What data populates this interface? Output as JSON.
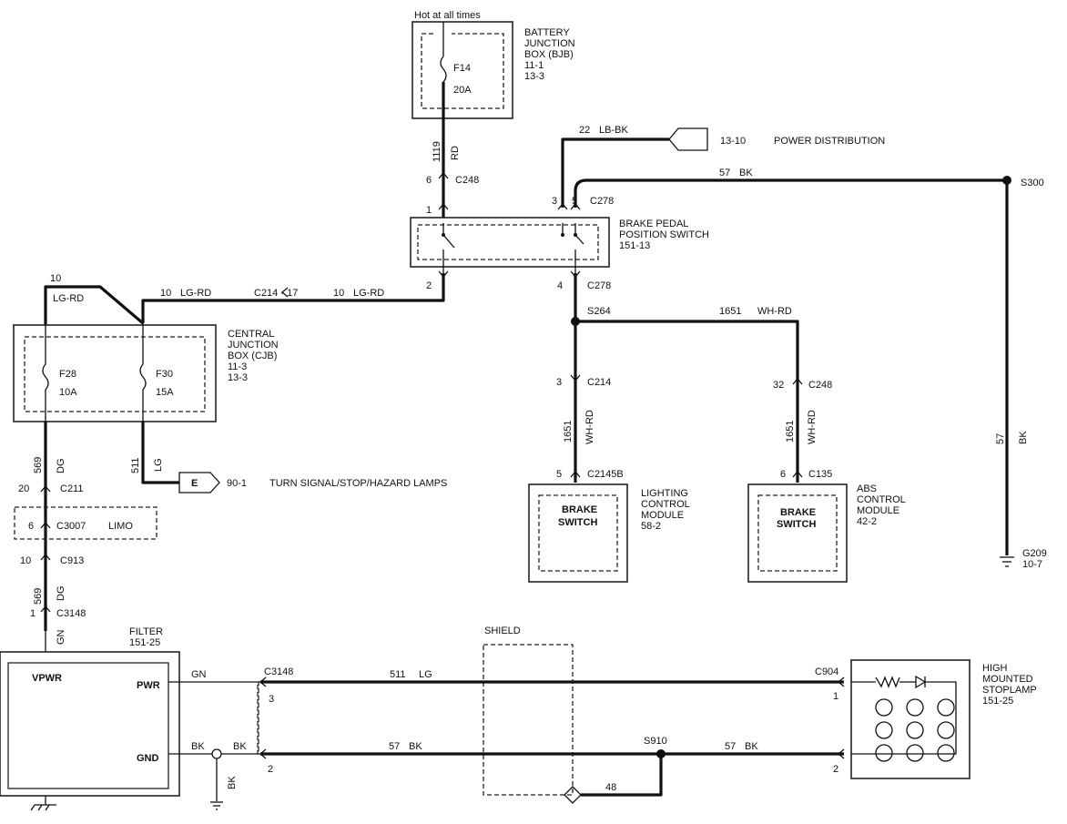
{
  "labels": {
    "hot": "Hot at all times",
    "bjb_1": "BATTERY",
    "bjb_2": "JUNCTION",
    "bjb_3": "BOX (BJB)",
    "bjb_4": "11-1",
    "bjb_5": "13-3",
    "f14_name": "F14",
    "f14_amp": "20A",
    "w1119": "1119",
    "rd": "RD",
    "pin6": "6",
    "c248_top": "C248",
    "w22": "22",
    "lbbk": "LB-BK",
    "conn1310": "13-10",
    "power_dist": "POWER DISTRIBUTION",
    "w57_top": "57",
    "bk_top": "BK",
    "s300": "S300",
    "pin1_bpps": "1",
    "pin3_bpps": "3",
    "pin5_bpps": "5",
    "c278_top": "C278",
    "bpps_1": "BRAKE PEDAL",
    "bpps_2": "POSITION SWITCH",
    "bpps_3": "151-13",
    "pin2_bpps": "2",
    "pin4_bpps": "4",
    "c278_bot": "C278",
    "w10_a": "10",
    "lgrd_a": "LG-RD",
    "w10_b": "10",
    "lgrd_b": "LG-RD",
    "c214_17": "C214  -  17",
    "w10_c": "10",
    "lgrd_c": "LG-RD",
    "s264": "S264",
    "w1651_top": "1651",
    "whrd_top": "WH-RD",
    "cjb_1": "CENTRAL",
    "cjb_2": "JUNCTION",
    "cjb_3": "BOX (CJB)",
    "cjb_4": "11-3",
    "cjb_5": "13-3",
    "f28_name": "F28",
    "f28_amp": "10A",
    "f30_name": "F30",
    "f30_amp": "15A",
    "pin3_c214": "3",
    "c214_mid": "C214",
    "pin32": "32",
    "c248_mid": "C248",
    "w1651_l": "1651",
    "whrd_l": "WH-RD",
    "w1651_r": "1651",
    "whrd_r": "WH-RD",
    "w57_right": "57",
    "bk_right": "BK",
    "w569_a": "569",
    "dg_a": "DG",
    "w511_a": "511",
    "lg_a": "LG",
    "conn_e": "E",
    "conn901": "90-1",
    "turn_sig": "TURN SIGNAL/STOP/HAZARD LAMPS",
    "pin5_c2145b": "5",
    "c2145b": "C2145B",
    "pin6_c135": "6",
    "c135": "C135",
    "brake_sw_l1": "BRAKE",
    "brake_sw_l2": "SWITCH",
    "brake_sw_r1": "BRAKE",
    "brake_sw_r2": "SWITCH",
    "lcm_1": "LIGHTING",
    "lcm_2": "CONTROL",
    "lcm_3": "MODULE",
    "lcm_4": "58-2",
    "abs_1": "ABS",
    "abs_2": "CONTROL",
    "abs_3": "MODULE",
    "abs_4": "42-2",
    "pin20": "20",
    "c211": "C211",
    "pin6_c3007": "6",
    "c3007": "C3007",
    "limo": "LIMO",
    "pin10_c913": "10",
    "c913": "C913",
    "w569_b": "569",
    "dg_b": "DG",
    "pin1_c3148": "1",
    "c3148_top": "C3148",
    "g209": "G209",
    "g209_ref": "10-7",
    "gn_v": "GN",
    "filter_1": "FILTER",
    "filter_2": "151-25",
    "shield": "SHIELD",
    "vpwr": "VPWR",
    "pwr": "PWR",
    "gnd": "GND",
    "gn_h": "GN",
    "c3148_mid": "C3148",
    "pin3_c3148": "3",
    "w511_b": "511",
    "lg_b": "LG",
    "c904": "C904",
    "pin1_c904": "1",
    "hms_1": "HIGH",
    "hms_2": "MOUNTED",
    "hms_3": "STOPLAMP",
    "hms_4": "151-25",
    "bk_l1": "BK",
    "bk_l2": "BK",
    "pin2_c3148": "2",
    "w57_b1": "57",
    "bk_b1": "BK",
    "s910": "S910",
    "w57_b2": "57",
    "bk_b2": "BK",
    "pin2_c904": "2",
    "w48": "48",
    "bk_gnd": "BK"
  }
}
